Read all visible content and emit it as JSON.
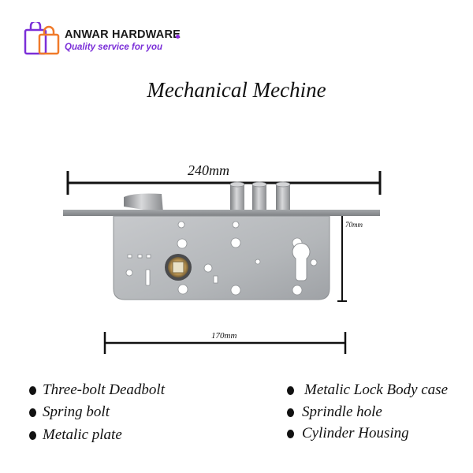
{
  "brand": {
    "name": "ANWAR HARDWARE",
    "tagline": "Quality service for you",
    "accent_color": "#7b2fd8",
    "icon": "shopping-bags-icon"
  },
  "title": "Mechanical Mechine",
  "dimensions": {
    "length": "240mm",
    "height": "70mm",
    "body_length": "170mm"
  },
  "features": {
    "left": [
      "Three-bolt Deadbolt",
      "Spring bolt",
      "Metalic plate"
    ],
    "right": [
      "Metalic Lock Body case",
      "Sprindle hole",
      "Cylinder Housing"
    ]
  }
}
